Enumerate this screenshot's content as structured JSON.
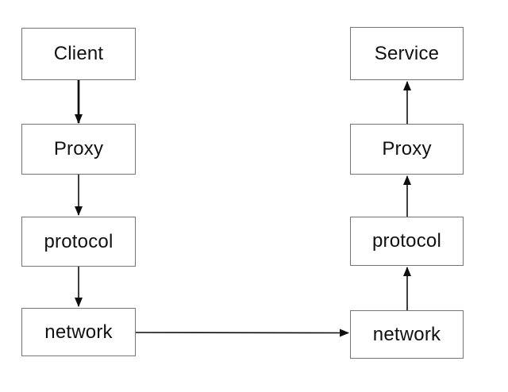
{
  "diagram": {
    "type": "flow-diagram",
    "description": "Client-to-Service communication stack through proxies, protocol layers and the network",
    "colors": {
      "background": "#ffffff",
      "box_fill": "#ffffff",
      "box_border": "#757575",
      "arrow": "#0d0d0d",
      "text": "#111111"
    },
    "left_column": {
      "flow_direction": "down",
      "nodes": [
        {
          "id": "client",
          "label": "Client"
        },
        {
          "id": "proxy-left",
          "label": "Proxy"
        },
        {
          "id": "protocol-left",
          "label": "protocol"
        },
        {
          "id": "network-left",
          "label": "network"
        }
      ]
    },
    "right_column": {
      "flow_direction": "up",
      "nodes": [
        {
          "id": "service",
          "label": "Service"
        },
        {
          "id": "proxy-right",
          "label": "Proxy"
        },
        {
          "id": "protocol-right",
          "label": "protocol"
        },
        {
          "id": "network-right",
          "label": "network"
        }
      ]
    },
    "edges": [
      {
        "from": "client",
        "to": "proxy-left",
        "direction": "down",
        "style": "thick"
      },
      {
        "from": "proxy-left",
        "to": "protocol-left",
        "direction": "down",
        "style": "thin"
      },
      {
        "from": "protocol-left",
        "to": "network-left",
        "direction": "down",
        "style": "thin"
      },
      {
        "from": "network-left",
        "to": "network-right",
        "direction": "right",
        "style": "thin"
      },
      {
        "from": "network-right",
        "to": "protocol-right",
        "direction": "up",
        "style": "thin"
      },
      {
        "from": "protocol-right",
        "to": "proxy-right",
        "direction": "up",
        "style": "thin"
      },
      {
        "from": "proxy-right",
        "to": "service",
        "direction": "up",
        "style": "thin"
      }
    ]
  }
}
